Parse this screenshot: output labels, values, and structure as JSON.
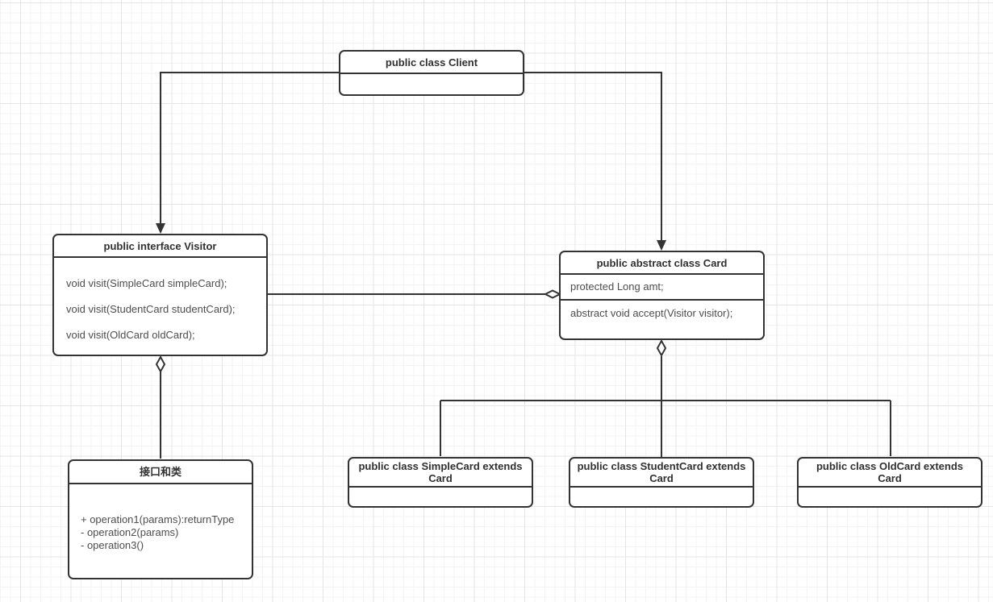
{
  "canvas": {
    "background": "#ffffff",
    "grid_minor_color": "#f3f3f3",
    "grid_major_color": "#e5e5e5",
    "stroke_color": "#333333",
    "title_text_color": "#303030",
    "body_text_color": "#4d4d4d"
  },
  "nodes": {
    "client": {
      "title": "public class Client"
    },
    "visitor": {
      "title": "public interface Visitor",
      "methods": [
        "void visit(SimpleCard simpleCard);",
        "void visit(StudentCard studentCard);",
        "void visit(OldCard oldCard);"
      ]
    },
    "card": {
      "title": "public abstract class Card",
      "attribute": "protected Long amt;",
      "method": "abstract void accept(Visitor visitor);"
    },
    "interface_and_class": {
      "title": "接口和类",
      "operations": [
        "+ operation1(params):returnType",
        "- operation2(params)",
        "- operation3()"
      ]
    },
    "simple_card": {
      "title": "public class SimpleCard extends Card"
    },
    "student_card": {
      "title": "public class StudentCard extends Card"
    },
    "old_card": {
      "title": "public class OldCard extends Card"
    }
  },
  "edges": [
    {
      "from": "Client",
      "to": "Visitor",
      "type": "directed-arrow"
    },
    {
      "from": "Client",
      "to": "Card",
      "type": "directed-arrow"
    },
    {
      "from": "Visitor",
      "to": "Card",
      "type": "aggregation-hollow-diamond"
    },
    {
      "from": "Visitor",
      "to": "接口和类",
      "type": "aggregation-hollow-diamond"
    },
    {
      "from": "Card",
      "to": "SimpleCard, StudentCard, OldCard",
      "type": "aggregation-hollow-diamond-branch"
    }
  ]
}
